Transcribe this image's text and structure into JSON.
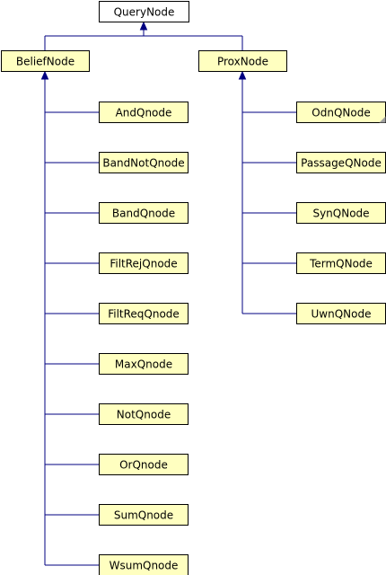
{
  "diagram": {
    "root": {
      "id": "root",
      "label": "QueryNode"
    },
    "groups": [
      {
        "id": "belief",
        "label": "BeliefNode",
        "children": [
          {
            "id": "and",
            "label": "AndQnode",
            "folded": false
          },
          {
            "id": "bandnot",
            "label": "BandNotQnode",
            "folded": false
          },
          {
            "id": "band",
            "label": "BandQnode",
            "folded": false
          },
          {
            "id": "filtrej",
            "label": "FiltRejQnode",
            "folded": false
          },
          {
            "id": "filtreq",
            "label": "FiltReqQnode",
            "folded": false
          },
          {
            "id": "max",
            "label": "MaxQnode",
            "folded": false
          },
          {
            "id": "not",
            "label": "NotQnode",
            "folded": false
          },
          {
            "id": "or",
            "label": "OrQnode",
            "folded": false
          },
          {
            "id": "sum",
            "label": "SumQnode",
            "folded": false
          },
          {
            "id": "wsum",
            "label": "WsumQnode",
            "folded": false
          }
        ]
      },
      {
        "id": "prox",
        "label": "ProxNode",
        "children": [
          {
            "id": "odn",
            "label": "OdnQNode",
            "folded": true
          },
          {
            "id": "passage",
            "label": "PassageQNode",
            "folded": false
          },
          {
            "id": "syn",
            "label": "SynQNode",
            "folded": false
          },
          {
            "id": "term",
            "label": "TermQNode",
            "folded": false
          },
          {
            "id": "uwn",
            "label": "UwnQNode",
            "folded": false
          }
        ]
      }
    ],
    "colors": {
      "node_fill": "#ffffc0",
      "root_fill": "#ffffff",
      "border": "#000000",
      "edge": "#000080"
    }
  }
}
